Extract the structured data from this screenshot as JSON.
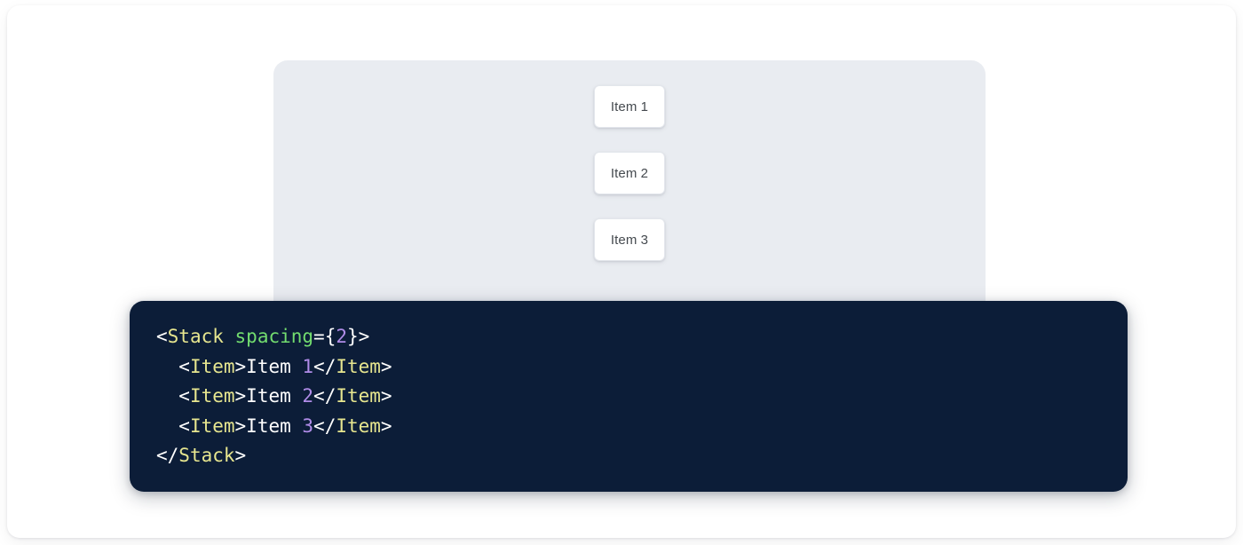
{
  "preview": {
    "panel_bg": "#e9ecf1",
    "items": [
      {
        "label": "Item 1"
      },
      {
        "label": "Item 2"
      },
      {
        "label": "Item 3"
      }
    ]
  },
  "code": {
    "language": "jsx",
    "background": "#0c1d38",
    "colors": {
      "punctuation": "#ffffff",
      "tag": "#e7e68f",
      "attribute": "#73dd6f",
      "number": "#b08ce8",
      "text": "#ffffff"
    },
    "lines": [
      {
        "tokens": [
          {
            "t": "<",
            "c": "punc"
          },
          {
            "t": "Stack",
            "c": "tag"
          },
          {
            "t": " ",
            "c": "punc"
          },
          {
            "t": "spacing",
            "c": "attr"
          },
          {
            "t": "={",
            "c": "punc"
          },
          {
            "t": "2",
            "c": "num"
          },
          {
            "t": "}>",
            "c": "punc"
          }
        ]
      },
      {
        "tokens": [
          {
            "t": "  <",
            "c": "punc"
          },
          {
            "t": "Item",
            "c": "tag"
          },
          {
            "t": ">",
            "c": "punc"
          },
          {
            "t": "Item ",
            "c": "text"
          },
          {
            "t": "1",
            "c": "num"
          },
          {
            "t": "</",
            "c": "punc"
          },
          {
            "t": "Item",
            "c": "tag"
          },
          {
            "t": ">",
            "c": "punc"
          }
        ]
      },
      {
        "tokens": [
          {
            "t": "  <",
            "c": "punc"
          },
          {
            "t": "Item",
            "c": "tag"
          },
          {
            "t": ">",
            "c": "punc"
          },
          {
            "t": "Item ",
            "c": "text"
          },
          {
            "t": "2",
            "c": "num"
          },
          {
            "t": "</",
            "c": "punc"
          },
          {
            "t": "Item",
            "c": "tag"
          },
          {
            "t": ">",
            "c": "punc"
          }
        ]
      },
      {
        "tokens": [
          {
            "t": "  <",
            "c": "punc"
          },
          {
            "t": "Item",
            "c": "tag"
          },
          {
            "t": ">",
            "c": "punc"
          },
          {
            "t": "Item ",
            "c": "text"
          },
          {
            "t": "3",
            "c": "num"
          },
          {
            "t": "</",
            "c": "punc"
          },
          {
            "t": "Item",
            "c": "tag"
          },
          {
            "t": ">",
            "c": "punc"
          }
        ]
      },
      {
        "tokens": [
          {
            "t": "</",
            "c": "punc"
          },
          {
            "t": "Stack",
            "c": "tag"
          },
          {
            "t": ">",
            "c": "punc"
          }
        ]
      }
    ]
  }
}
